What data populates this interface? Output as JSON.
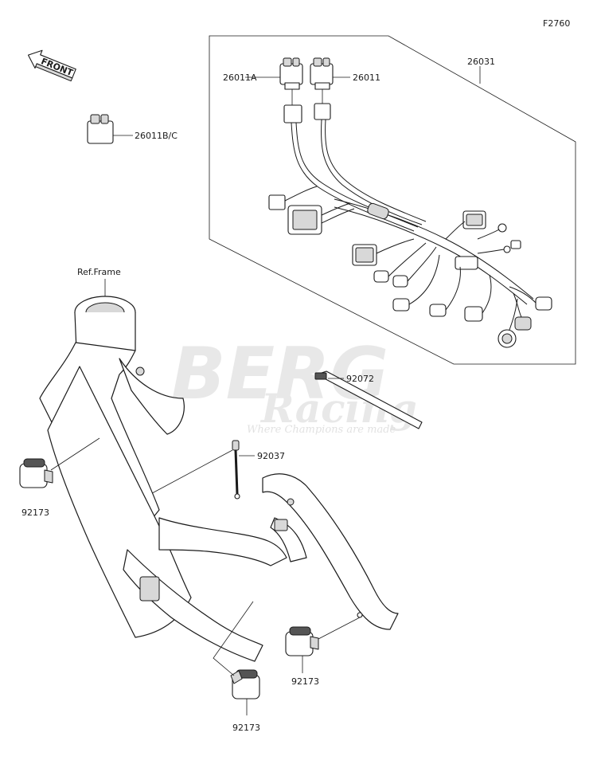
{
  "figure_code": "F2760",
  "front_arrow": {
    "label": "FRONT"
  },
  "reference": {
    "label": "Ref.Frame"
  },
  "watermark": {
    "line1": "BERG",
    "line2": "Racing",
    "tagline": "Where Champions are made"
  },
  "callouts": [
    {
      "id": "harness",
      "number": "26031"
    },
    {
      "id": "relay-a",
      "number": "26011A"
    },
    {
      "id": "relay",
      "number": "26011"
    },
    {
      "id": "relay-bc",
      "number": "26011B/C"
    },
    {
      "id": "band",
      "number": "92072"
    },
    {
      "id": "clamp-strap",
      "number": "92037"
    },
    {
      "id": "clamp-left",
      "number": "92173"
    },
    {
      "id": "clamp-right",
      "number": "92173"
    },
    {
      "id": "clamp-bottom",
      "number": "92173"
    }
  ]
}
